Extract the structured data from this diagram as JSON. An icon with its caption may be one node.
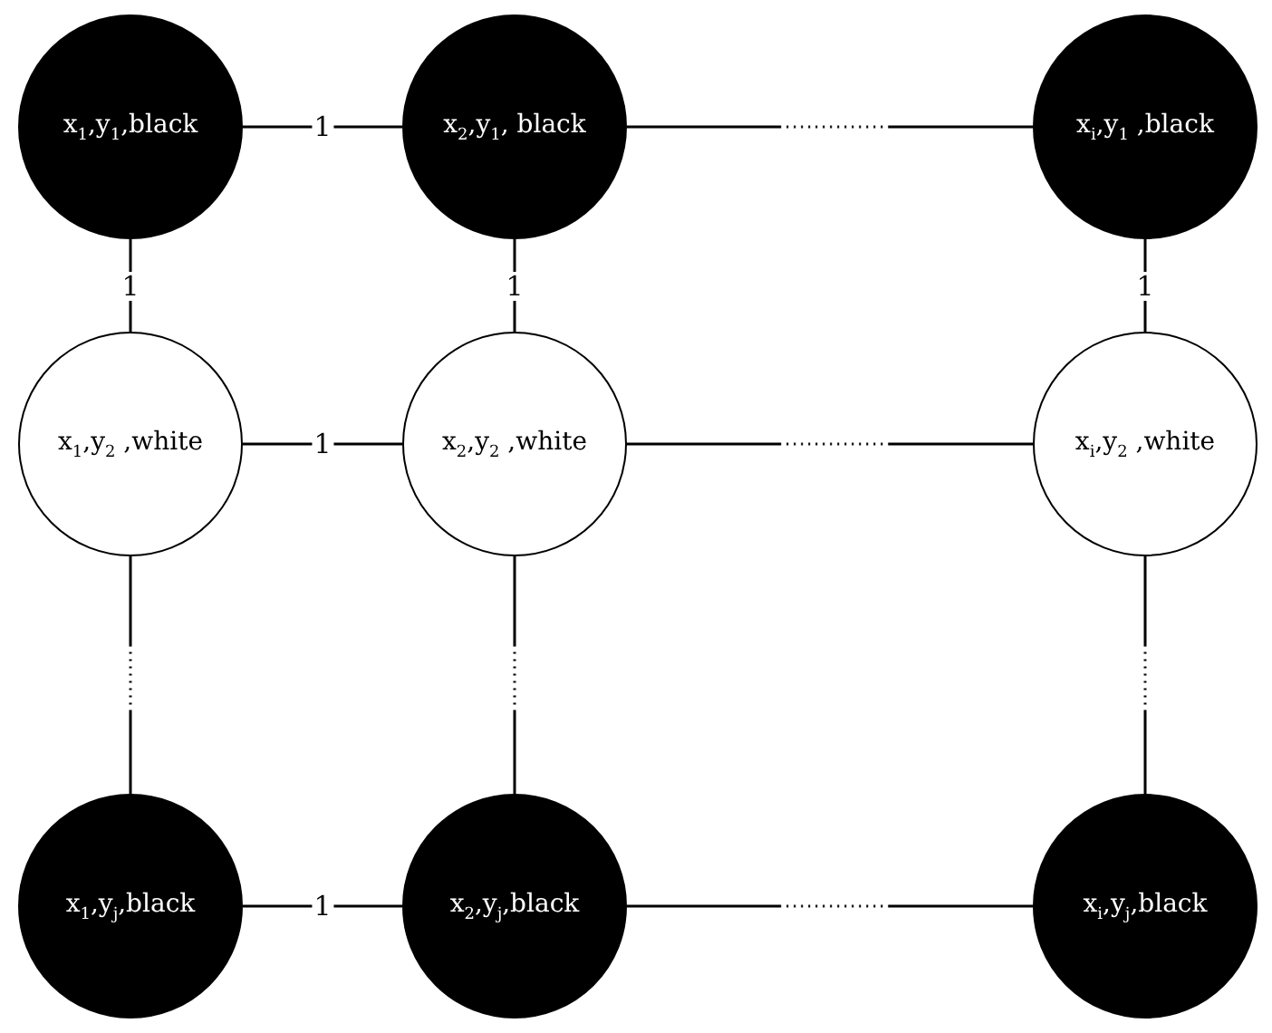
{
  "diagram": {
    "nodes": [
      {
        "text": [
          "x$_{1}$,y$_{1}$,black"
        ]
      },
      {
        "text": [
          "x$_{2}$,y$_{1}$, black"
        ]
      },
      {
        "text": [
          "x$_{i}$,y$_{1}$ ,black"
        ]
      },
      {
        "text": [
          "x$_{1}$,y$_{2}$ ,white"
        ]
      },
      {
        "text": [
          "x$_{2}$,y$_{2}$ ,white"
        ]
      },
      {
        "text": [
          "x$_{i}$,y$_{2}$ ,white"
        ]
      },
      {
        "text": [
          "x$_{1}$,y$_{j}$,black"
        ]
      },
      {
        "text": [
          "x$_{2}$,y$_{j}$,black"
        ]
      },
      {
        "text": [
          "x$_{i}$,y$_{j}$,black"
        ]
      }
    ],
    "edges": [
      {
        "from": 0,
        "to": 1,
        "arrow": "none",
        "label": "1"
      },
      {
        "from": 1,
        "to": 2,
        "arrow": "none",
        "style": "dashed"
      },
      {
        "from": 0,
        "to": 3,
        "arrow": "none",
        "label": "1"
      },
      {
        "from": 1,
        "to": 4,
        "arrow": "none",
        "label": "1"
      },
      {
        "from": 2,
        "to": 5,
        "arrow": "none",
        "label": "1"
      },
      {
        "from": 3,
        "to": 4,
        "arrow": "none",
        "label": "1"
      },
      {
        "from": 4,
        "to": 5,
        "arrow": "none",
        "style": "dashed"
      },
      {
        "from": 3,
        "to": 6,
        "arrow": "none",
        "style": "dashed"
      },
      {
        "from": 4,
        "to": 7,
        "arrow": "none",
        "style": "dashed"
      },
      {
        "from": 5,
        "to": 8,
        "arrow": "none",
        "style": "dashed"
      },
      {
        "from": 6,
        "to": 7,
        "arrow": "none",
        "label": "1"
      },
      {
        "from": 7,
        "to": 8,
        "arrow": "none",
        "style": "dashed"
      }
    ]
  }
}
